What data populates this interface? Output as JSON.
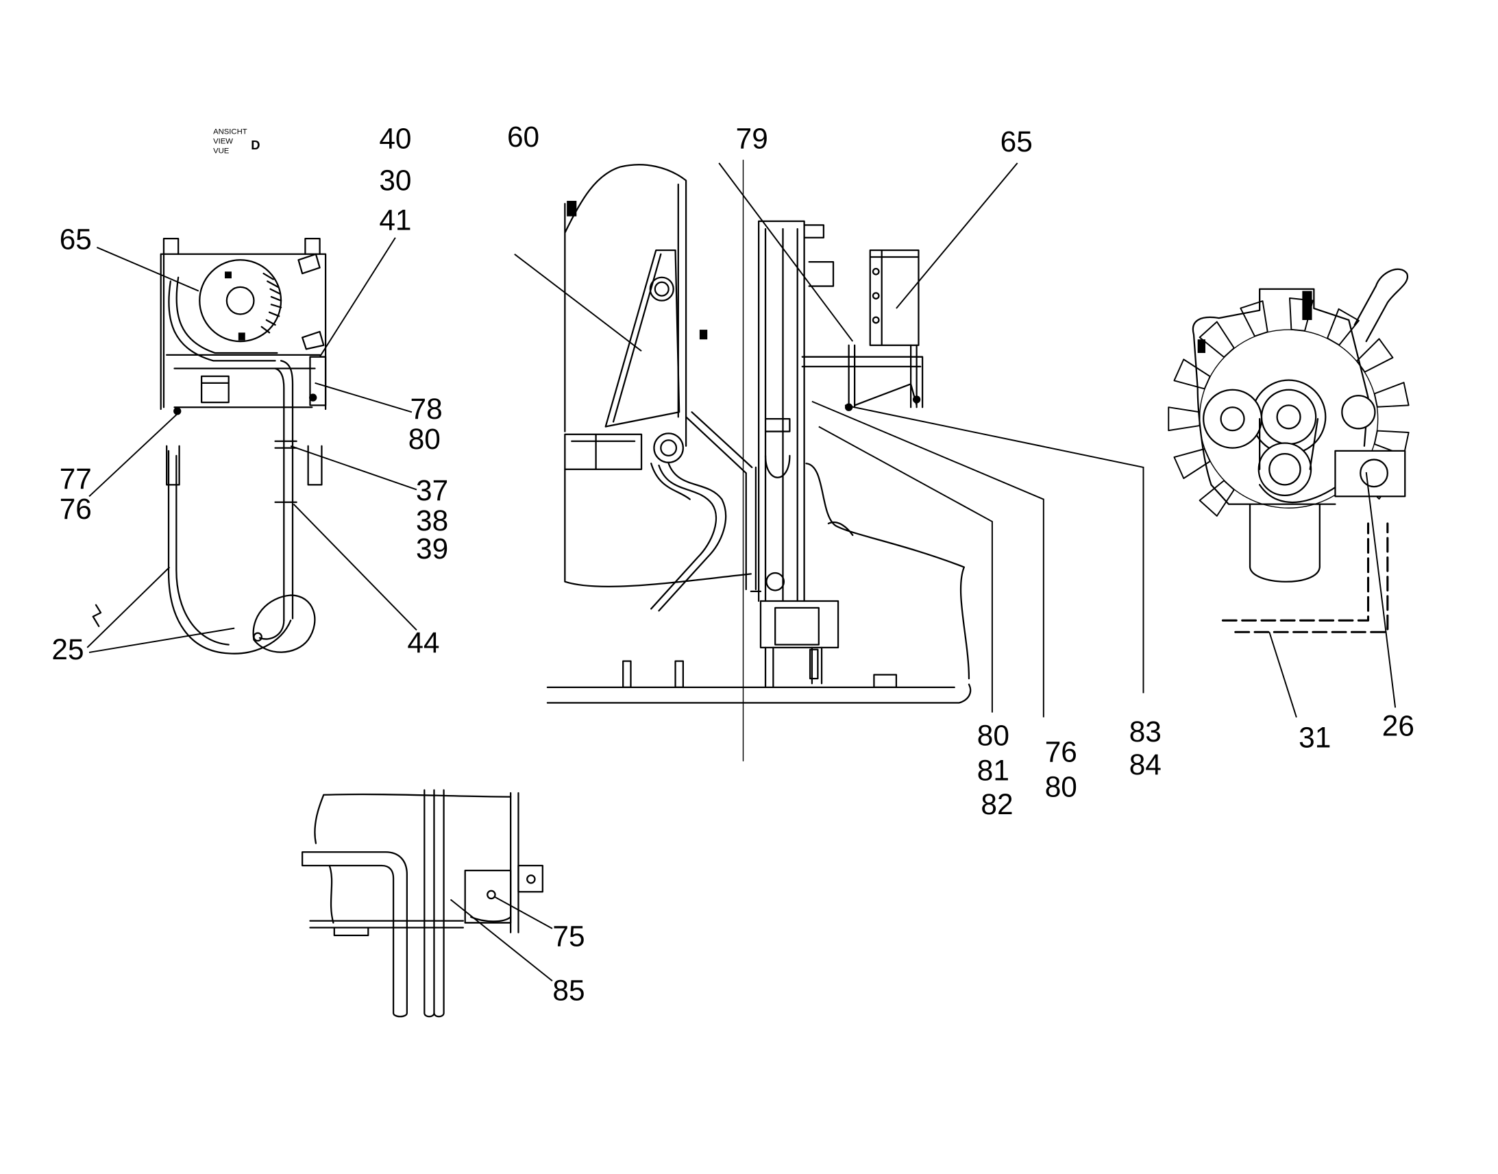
{
  "colors": {
    "line": "#000000",
    "background": "#ffffff"
  },
  "view_marker": {
    "line1": "ANSICHT",
    "line2": "VIEW",
    "line3": "VUE",
    "letter": "D"
  },
  "left_view": {
    "callouts": [
      "40",
      "30",
      "41",
      "65",
      "78",
      "80",
      "77",
      "76",
      "37",
      "38",
      "39",
      "25",
      "44"
    ]
  },
  "center_view": {
    "callouts": [
      "60",
      "79",
      "65",
      "80",
      "81",
      "82",
      "76",
      "80",
      "83",
      "84"
    ]
  },
  "right_view": {
    "callouts": [
      "31",
      "26"
    ]
  },
  "detail_view": {
    "callouts": [
      "75",
      "85"
    ]
  }
}
